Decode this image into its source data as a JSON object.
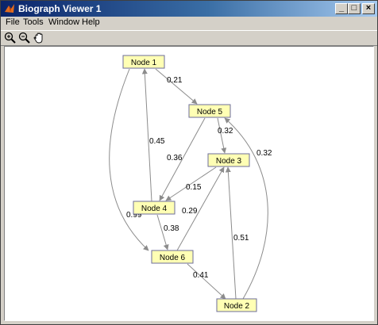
{
  "window": {
    "title": "Biograph Viewer 1"
  },
  "menu": [
    "File",
    "Tools",
    "Window",
    "Help"
  ],
  "toolbar": {
    "icons": [
      "zoom-in-icon",
      "zoom-out-icon",
      "pan-hand-icon"
    ]
  },
  "title_buttons": {
    "minimize": "_",
    "maximize": "□",
    "close": "×"
  },
  "graph": {
    "nodes": [
      "Node 1",
      "Node 5",
      "Node 3",
      "Node 4",
      "Node 6",
      "Node 2"
    ],
    "edges": [
      {
        "from": "Node 1",
        "to": "Node 5",
        "weight": "0.21"
      },
      {
        "from": "Node 1",
        "to": "Node 6",
        "weight": "0.99"
      },
      {
        "from": "Node 4",
        "to": "Node 1",
        "weight": "0.45"
      },
      {
        "from": "Node 5",
        "to": "Node 4",
        "weight": "0.36"
      },
      {
        "from": "Node 5",
        "to": "Node 3",
        "weight": "0.32"
      },
      {
        "from": "Node 2",
        "to": "Node 5",
        "weight": "0.32"
      },
      {
        "from": "Node 3",
        "to": "Node 4",
        "weight": "0.15"
      },
      {
        "from": "Node 6",
        "to": "Node 3",
        "weight": "0.29"
      },
      {
        "from": "Node 4",
        "to": "Node 6",
        "weight": "0.38"
      },
      {
        "from": "Node 2",
        "to": "Node 3",
        "weight": "0.51"
      },
      {
        "from": "Node 6",
        "to": "Node 2",
        "weight": "0.41"
      }
    ]
  }
}
